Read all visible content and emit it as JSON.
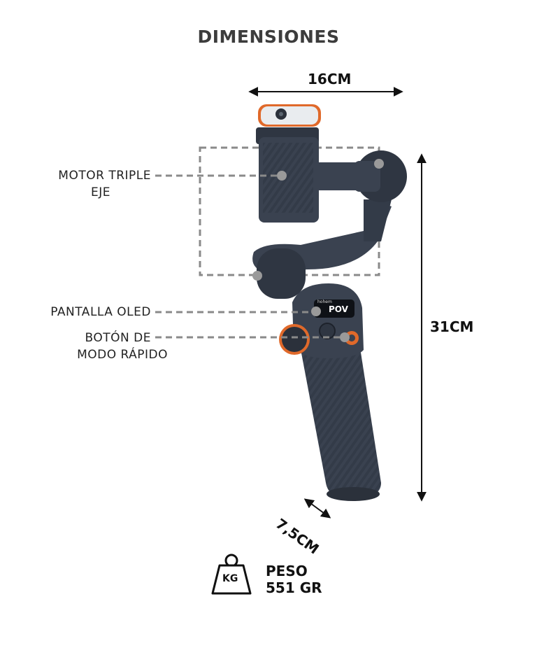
{
  "title": "DIMENSIONES",
  "dimensions": {
    "width": "16CM",
    "height": "31CM",
    "depth": "7,5CM"
  },
  "features": [
    {
      "line1": "MOTOR TRIPLE",
      "line2": "EJE"
    },
    {
      "line1": "PANTALLA OLED",
      "line2": ""
    },
    {
      "line1": "BOTÓN DE",
      "line2": "MODO RÁPIDO"
    }
  ],
  "screen": {
    "brand": "hohem",
    "mode": "POV"
  },
  "weight": {
    "icon": "weight-kg-icon",
    "icon_text": "KG",
    "label": "PESO",
    "value": "551 GR"
  },
  "colors": {
    "body": "#3a4250",
    "accent": "#e0692a",
    "dashed": "#8a8a8a"
  }
}
